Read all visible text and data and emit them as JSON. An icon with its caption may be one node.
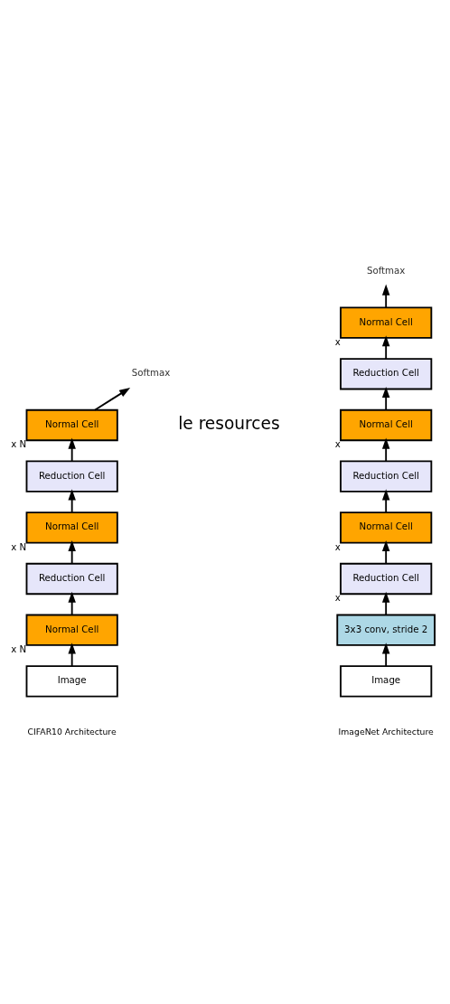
{
  "diagram": {
    "nodes": [
      {
        "text": [
          "Softmax"
        ]
      },
      {
        "text": [
          "Normal Cell"
        ],
        "beside": [
          "x N"
        ]
      },
      {
        "text": [
          "Reduction Cell"
        ]
      },
      {
        "text": [
          "Normal Cell"
        ],
        "beside": [
          "x N"
        ]
      },
      {
        "text": [
          "Reduction Cell"
        ]
      },
      {
        "text": [
          "Normal Cell"
        ],
        "beside": [
          "x N"
        ]
      },
      {
        "text": [
          "Image"
        ]
      },
      {
        "text": [
          "Softmax"
        ]
      },
      {
        "text": [
          "Normal Cell"
        ],
        "beside": [
          "x"
        ]
      },
      {
        "text": [
          "Reduction Cell"
        ]
      },
      {
        "text": [
          "Normal Cell"
        ],
        "beside": [
          "x"
        ]
      },
      {
        "text": [
          "Reduction Cell"
        ]
      },
      {
        "text": [
          "Normal Cell"
        ],
        "beside": [
          "x"
        ]
      },
      {
        "text": [
          "Reduction Cell"
        ],
        "beside": [
          "x"
        ]
      },
      {
        "text": [
          "3x3 conv, stride 2"
        ]
      },
      {
        "text": [
          "Image"
        ]
      }
    ],
    "edges": [
      {
        "from": 6,
        "to": 5,
        "arrow": "to"
      },
      {
        "from": 5,
        "to": 4,
        "arrow": "to"
      },
      {
        "from": 4,
        "to": 3,
        "arrow": "to"
      },
      {
        "from": 3,
        "to": 2,
        "arrow": "to"
      },
      {
        "from": 2,
        "to": 1,
        "arrow": "to"
      },
      {
        "from": 1,
        "to": 0,
        "arrow": "to"
      },
      {
        "from": 15,
        "to": 14,
        "arrow": "to"
      },
      {
        "from": 14,
        "to": 13,
        "arrow": "to"
      },
      {
        "from": 13,
        "to": 12,
        "arrow": "to"
      },
      {
        "from": 12,
        "to": 11,
        "arrow": "to"
      },
      {
        "from": 11,
        "to": 10,
        "arrow": "to"
      },
      {
        "from": 10,
        "to": 9,
        "arrow": "to"
      },
      {
        "from": 9,
        "to": 8,
        "arrow": "to"
      },
      {
        "from": 8,
        "to": 7,
        "arrow": "to"
      }
    ],
    "labels": [
      "le resources",
      "CIFAR10 Architecture",
      "ImageNet Architecture"
    ]
  }
}
